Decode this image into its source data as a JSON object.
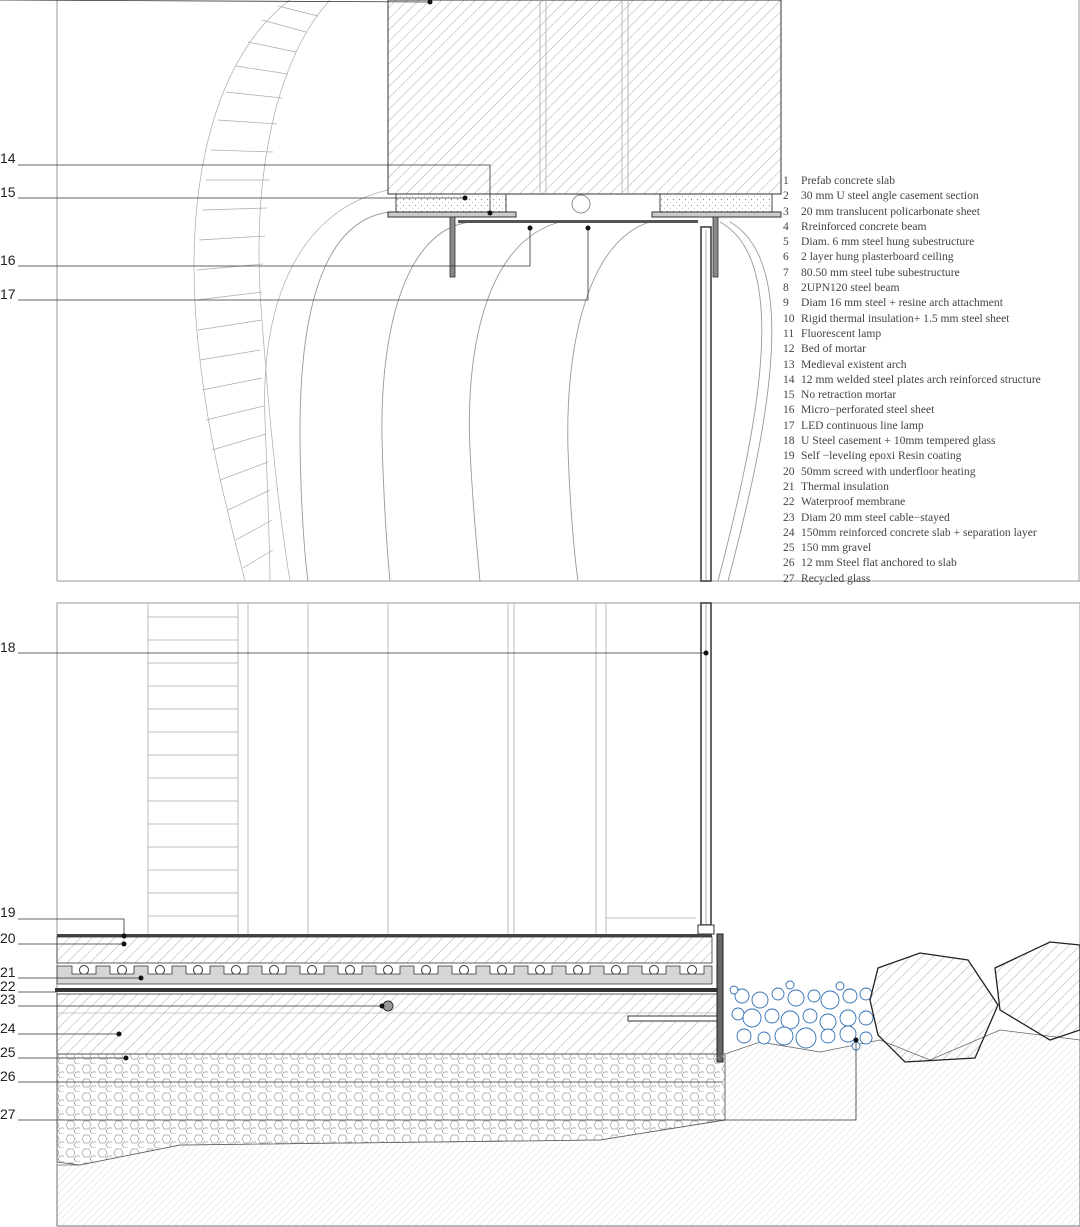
{
  "callouts": [
    "14",
    "15",
    "16",
    "17",
    "18",
    "19",
    "20",
    "21",
    "22",
    "23",
    "24",
    "25",
    "26",
    "27"
  ],
  "legend": [
    {
      "n": "1",
      "text": "Prefab concrete slab"
    },
    {
      "n": "2",
      "text": "30 mm U steel angle casement section"
    },
    {
      "n": "3",
      "text": "20 mm translucent policarbonate sheet"
    },
    {
      "n": "4",
      "text": "Rreinforced concrete beam"
    },
    {
      "n": "5",
      "text": "Diam. 6 mm steel hung subestructure"
    },
    {
      "n": "6",
      "text": "2 layer hung plasterboard ceiling"
    },
    {
      "n": "7",
      "text": "80.50 mm steel tube subestructure"
    },
    {
      "n": "8",
      "text": "2UPN120 steel beam"
    },
    {
      "n": "9",
      "text": "Diam 16 mm steel + resine arch attachment"
    },
    {
      "n": "10",
      "text": "Rigid thermal insulation+ 1.5 mm steel sheet"
    },
    {
      "n": "11",
      "text": "Fluorescent lamp"
    },
    {
      "n": "12",
      "text": "Bed of mortar"
    },
    {
      "n": "13",
      "text": "Medieval existent arch"
    },
    {
      "n": "14",
      "text": "12 mm welded steel plates arch reinforced structure"
    },
    {
      "n": "15",
      "text": "No retraction mortar"
    },
    {
      "n": "16",
      "text": "Micro−perforated steel sheet"
    },
    {
      "n": "17",
      "text": "LED continuous line lamp"
    },
    {
      "n": "18",
      "text": "U Steel casement + 10mm tempered glass"
    },
    {
      "n": "19",
      "text": "Self −leveling epoxi Resin coating"
    },
    {
      "n": "20",
      "text": "50mm screed with underfloor heating"
    },
    {
      "n": "21",
      "text": "Thermal  insulation"
    },
    {
      "n": "22",
      "text": "Waterproof membrane"
    },
    {
      "n": "23",
      "text": "Diam 20 mm steel cable−stayed"
    },
    {
      "n": "24",
      "text": "150mm reinforced concrete slab + separation layer"
    },
    {
      "n": "25",
      "text": "150 mm gravel"
    },
    {
      "n": "26",
      "text": "12 mm Steel flat anchored to slab"
    },
    {
      "n": "27",
      "text": "Recycled glass"
    }
  ],
  "colors": {
    "line": "#333333",
    "thin": "#9a9a9a",
    "hatch": "#8a8a8a",
    "glass": "#2f6fb5"
  }
}
